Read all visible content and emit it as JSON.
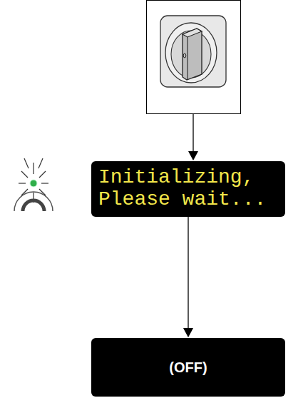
{
  "diagram": {
    "nodes": [
      {
        "text": [
          "Initializing, Please wait..."
        ]
      },
      {
        "text": [
          "(OFF)"
        ]
      }
    ],
    "edges": [
      {
        "from": 0,
        "to": 1,
        "arrow": "to"
      }
    ]
  }
}
